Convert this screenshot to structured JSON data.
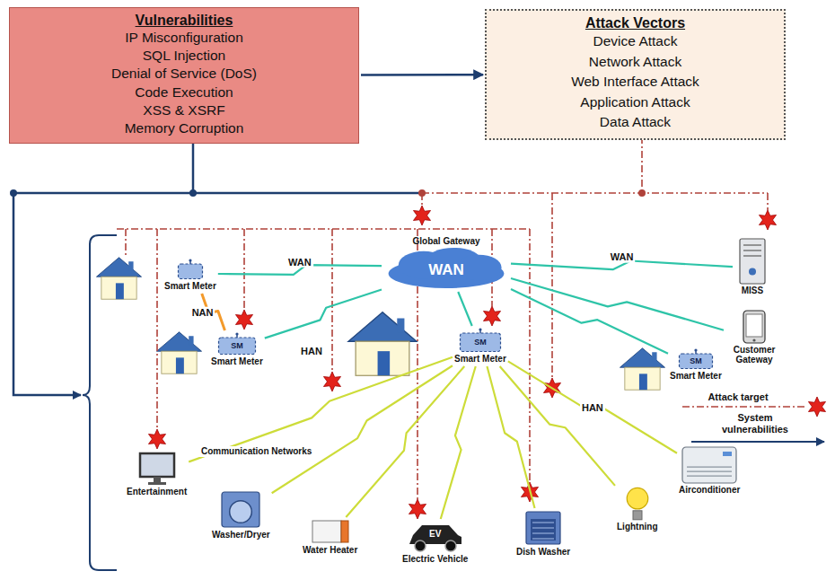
{
  "diagram": {
    "nodes": [
      {
        "text": [
          "Vulnerabilities",
          "IP Misconfiguration",
          "SQL Injection",
          "Denial of Service (DoS)",
          "Code Execution",
          "XSS & XSRF",
          "Memory Corruption"
        ]
      },
      {
        "text": [
          "Attack Vectors",
          "Device Attack",
          "Network Attack",
          "Web Interface Attack",
          "Application Attack",
          "Data Attack"
        ]
      },
      {
        "text": [
          "Global Gateway",
          "WAN"
        ]
      },
      {
        "text": [
          "Smart Meter"
        ]
      },
      {
        "text": [
          "MISS"
        ]
      },
      {
        "text": [
          "SM",
          "Smart Meter"
        ]
      },
      {
        "text": [
          "SM",
          "Smart Meter"
        ]
      },
      {
        "text": [
          "Customer Gateway"
        ]
      },
      {
        "text": [
          "SM",
          "Smart Meter"
        ]
      },
      {
        "text": [
          "Entertainment"
        ]
      },
      {
        "text": [
          "Washer/Dryer"
        ]
      },
      {
        "text": [
          "Water Heater"
        ]
      },
      {
        "text": [
          "EV",
          "Electric Vehicle"
        ]
      },
      {
        "text": [
          "Dish Washer"
        ]
      },
      {
        "text": [
          "Lightning"
        ]
      },
      {
        "text": [
          "Airconditioner"
        ]
      }
    ],
    "edges": [
      {
        "from": 0,
        "to": 1,
        "arrow": "to"
      },
      {
        "from": 2,
        "to": 3,
        "label": "WAN",
        "arrow": "none"
      },
      {
        "from": 2,
        "to": 5,
        "arrow": "none"
      },
      {
        "from": 2,
        "to": 6,
        "arrow": "none"
      },
      {
        "from": 2,
        "to": 4,
        "label": "WAN",
        "arrow": "none"
      },
      {
        "from": 2,
        "to": 7,
        "arrow": "none"
      },
      {
        "from": 2,
        "to": 8,
        "arrow": "none"
      },
      {
        "from": 3,
        "to": 5,
        "label": "NAN",
        "arrow": "none"
      },
      {
        "from": 6,
        "to": 9,
        "arrow": "none"
      },
      {
        "from": 6,
        "to": 10,
        "arrow": "none"
      },
      {
        "from": 6,
        "to": 11,
        "arrow": "none"
      },
      {
        "from": 6,
        "to": 12,
        "arrow": "none"
      },
      {
        "from": 6,
        "to": 13,
        "arrow": "none"
      },
      {
        "from": 6,
        "to": 14,
        "arrow": "none"
      },
      {
        "from": 6,
        "to": 15,
        "label": "HAN",
        "arrow": "none"
      }
    ],
    "labels": [
      "HAN",
      "Communication Networks"
    ],
    "legend": [
      {
        "text": "Attack target"
      },
      {
        "text": "System vulnerabilities"
      }
    ]
  }
}
